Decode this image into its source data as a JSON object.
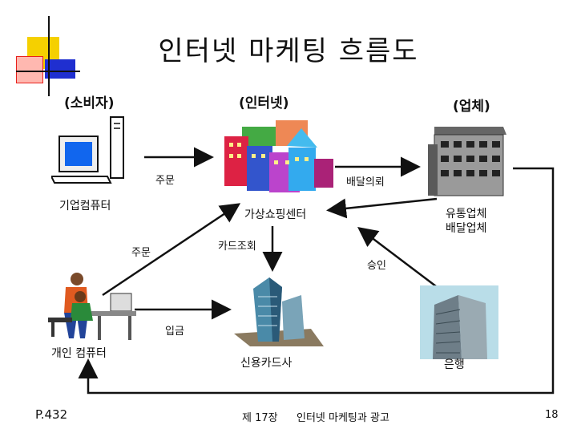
{
  "title": "인터넷 마케팅 흐름도",
  "headers": {
    "consumer": "(소비자)",
    "internet": "(인터넷)",
    "company": "(업체)"
  },
  "nodes": {
    "corp_computer": "기업컴퓨터",
    "shopping_center": "가상쇼핑센터",
    "distributor": "유통업체",
    "delivery": "배달업체",
    "personal_computer": "개인 컴퓨터",
    "credit_card": "신용카드사",
    "bank": "은행"
  },
  "edges": {
    "order_top": "주문",
    "delivery_request": "배달의뢰",
    "order_mid": "주문",
    "card_check": "카드조회",
    "approval": "승인",
    "deposit": "입금"
  },
  "footer": {
    "page_ref": "P.432",
    "chapter": "제 17장",
    "chapter_title": "인터넷 마케팅과 광고",
    "page_number": "18"
  },
  "colors": {
    "deco_yellow": "#f5d000",
    "deco_red": "#e8201c",
    "deco_blue": "#1f2fd0",
    "arrow": "#111111"
  }
}
